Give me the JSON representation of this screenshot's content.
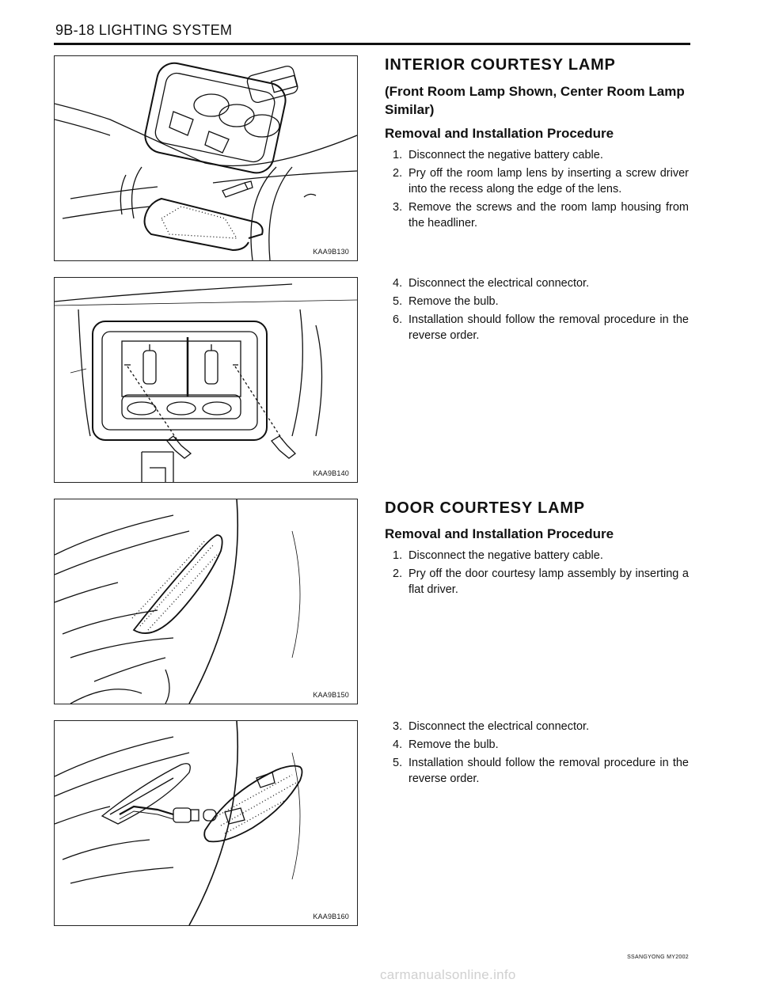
{
  "header": {
    "title": "9B-18  LIGHTING SYSTEM"
  },
  "sections": [
    {
      "title": "INTERIOR  COURTESY  LAMP",
      "subtitle": "(Front Room Lamp Shown, Center Room Lamp Similar)",
      "procedure_title": "Removal and Installation Procedure",
      "steps": [
        {
          "num": "1.",
          "text": "Disconnect the negative battery cable."
        },
        {
          "num": "2.",
          "text": "Pry off the room lamp lens by inserting a screw driver into the recess along the edge of the lens."
        },
        {
          "num": "3.",
          "text": "Remove the screws and the room lamp housing from the headliner."
        }
      ],
      "steps_continued": [
        {
          "num": "4.",
          "text": "Disconnect the electrical connector."
        },
        {
          "num": "5.",
          "text": "Remove the bulb."
        },
        {
          "num": "6.",
          "text": "Installation should follow the removal procedure in the reverse order."
        }
      ]
    },
    {
      "title": "DOOR  COURTESY  LAMP",
      "procedure_title": "Removal and Installation Procedure",
      "steps": [
        {
          "num": "1.",
          "text": "Disconnect the negative battery cable."
        },
        {
          "num": "2.",
          "text": "Pry off the door courtesy lamp assembly by inserting a flat driver."
        }
      ],
      "steps_continued": [
        {
          "num": "3.",
          "text": "Disconnect the electrical connector."
        },
        {
          "num": "4.",
          "text": "Remove the bulb."
        },
        {
          "num": "5.",
          "text": "Installation should follow the removal procedure in the reverse order."
        }
      ]
    }
  ],
  "figures": [
    {
      "label": "KAA9B130"
    },
    {
      "label": "KAA9B140"
    },
    {
      "label": "KAA9B150"
    },
    {
      "label": "KAA9B160"
    }
  ],
  "footer": {
    "model": "SSANGYONG  MY2002",
    "watermark": "carmanualsonline.info"
  }
}
